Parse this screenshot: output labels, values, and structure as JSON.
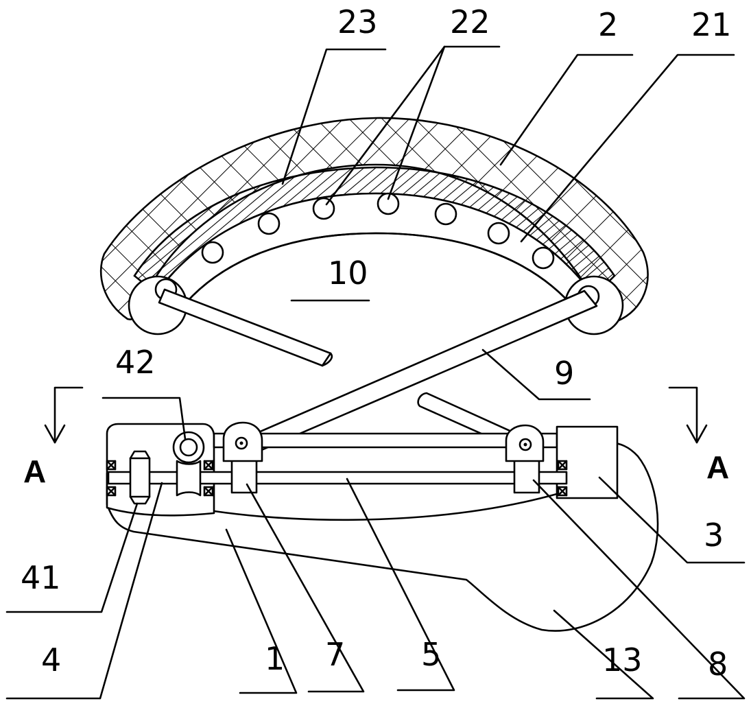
{
  "labels": {
    "l23": "23",
    "l22": "22",
    "l2": "2",
    "l21": "21",
    "l10": "10",
    "l42": "42",
    "l9": "9",
    "lA_left": "A",
    "lA_right": "A",
    "l3": "3",
    "l41": "41",
    "l4": "4",
    "l1": "1",
    "l7": "7",
    "l5": "5",
    "l13": "13",
    "l8": "8"
  },
  "colors": {
    "stroke": "#000000",
    "background": "#ffffff"
  }
}
